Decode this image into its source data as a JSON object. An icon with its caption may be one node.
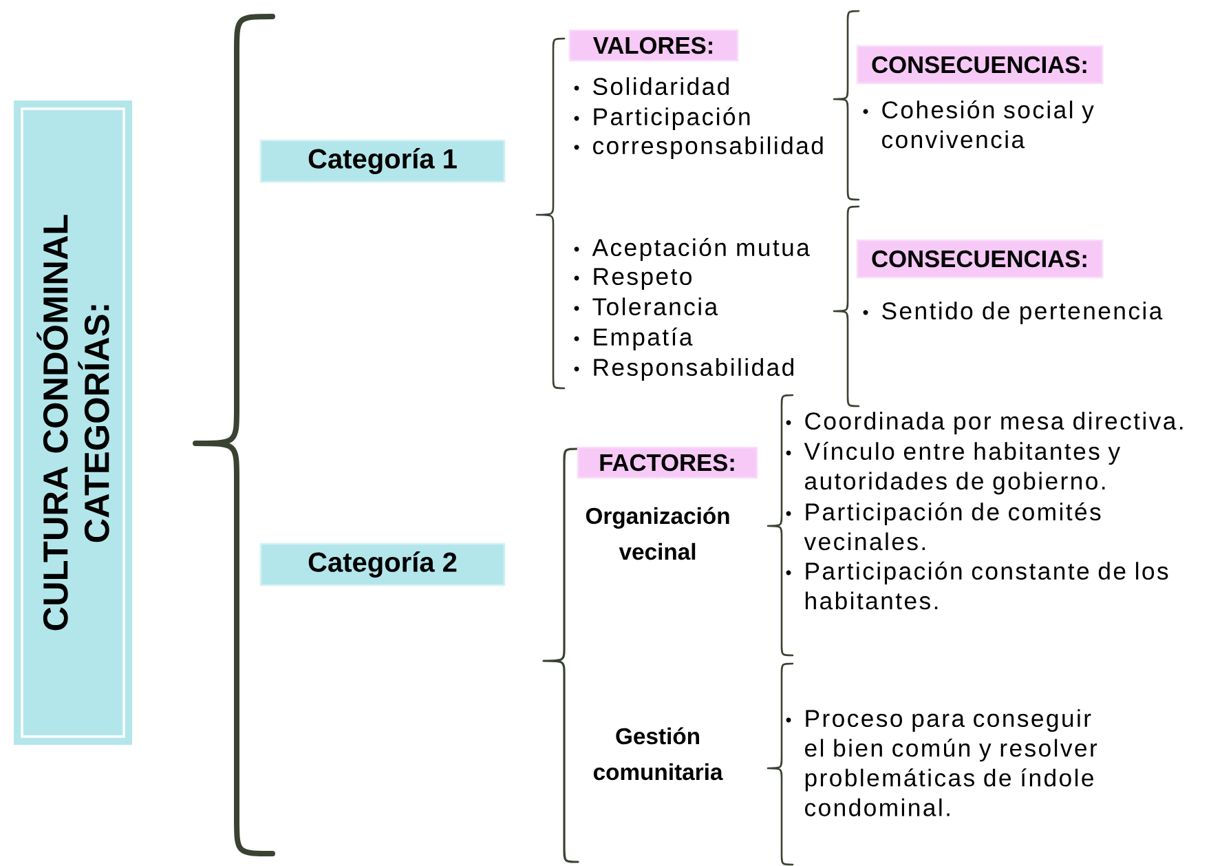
{
  "diagram": {
    "nodes": [
      {
        "text": [
          "CULTURA CONDÓMINAL CATEGORÍAS:"
        ]
      },
      {
        "text": [
          "Categoría 1"
        ]
      },
      {
        "text": [
          "Categoría 2"
        ]
      },
      {
        "text": [
          "VALORES:"
        ]
      },
      {
        "text": [
          "CONSECUENCIAS:"
        ]
      },
      {
        "text": [
          "CONSECUENCIAS:"
        ]
      },
      {
        "text": [
          "FACTORES:"
        ]
      }
    ],
    "labels": [
      "Solidaridad",
      "Participación",
      "corresponsabilidad",
      "Cohesión social y convivencia",
      "Aceptación mutua",
      "Respeto",
      "Tolerancia",
      "Empatía",
      "Responsabilidad",
      "Sentido de pertenencia",
      "Coordinada por mesa directiva.",
      "Organización vecinal",
      "Vínculo entre habitantes y autoridades de gobierno.",
      "Participación de comités vecinales.",
      "Participación constante de los habitantes.",
      "Gestión comunitaria",
      "Proceso para conseguir el bien común y resolver problemáticas de índole condominal."
    ]
  }
}
